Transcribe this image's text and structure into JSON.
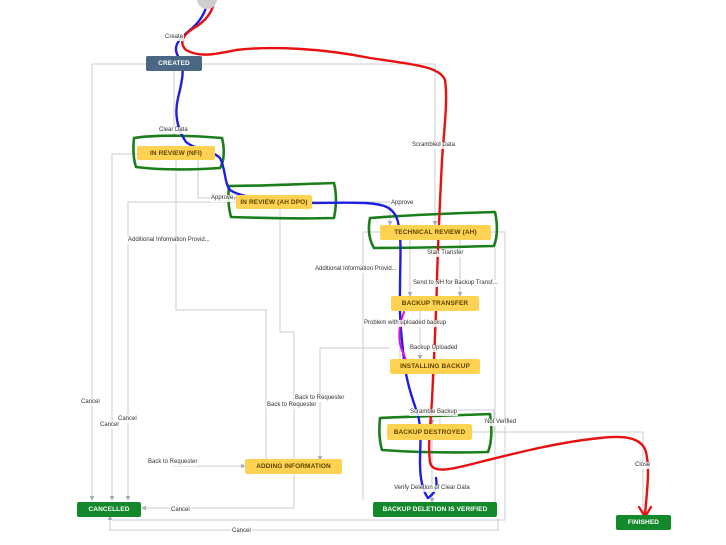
{
  "nodes": {
    "created": "Created",
    "in_review_nfi": "In Review (NFI)",
    "in_review_ah_dpo": "In Review (AH DPO)",
    "technical_review_ah": "Technical Review (AH)",
    "backup_transfer": "Backup Transfer",
    "installing_backup": "Installing Backup",
    "backup_destroyed": "Backup Destroyed",
    "adding_information": "Adding Information",
    "cancelled": "Cancelled",
    "backup_deletion_verified": "Backup Deletion is Verified",
    "finished": "Finished"
  },
  "transitions": {
    "create": "Create",
    "clear_data": "Clear Data",
    "scrambled_data": "Scrambled Data",
    "approve_1": "Approve",
    "approve_2": "Approve",
    "additional_info_1": "Additional Information Provid...",
    "additional_info_2": "Additional Information Provid...",
    "start_transfer": "Start Transfer",
    "send_to_nh": "Send to NH for Backup Transf...",
    "problem_uploaded": "Problem with uploaded backup",
    "backup_uploaded": "Backup Uploaded",
    "scramble_backup": "Scramble Backup",
    "not_verified": "Not Verified",
    "back_to_requester_1": "Back to Requester",
    "back_to_requester_2": "Back to Requester",
    "back_to_requester_3": "Back to Requester",
    "cancel_1": "Cancel",
    "cancel_2": "Cancel",
    "cancel_3": "Cancel",
    "cancel_4": "Cancel",
    "cancel_5": "Cancel",
    "verify_deletion": "Verify Deletion of Clear Data",
    "close": "Close"
  },
  "colors": {
    "start": "#4a6785",
    "in_progress": "#ffd351",
    "done": "#14892c",
    "connector": "#c1c7d0",
    "highlight_green": "#1a7f1a",
    "path_blue": "#1f1fe0",
    "path_red": "#e81010",
    "path_magenta": "#e010e0"
  }
}
